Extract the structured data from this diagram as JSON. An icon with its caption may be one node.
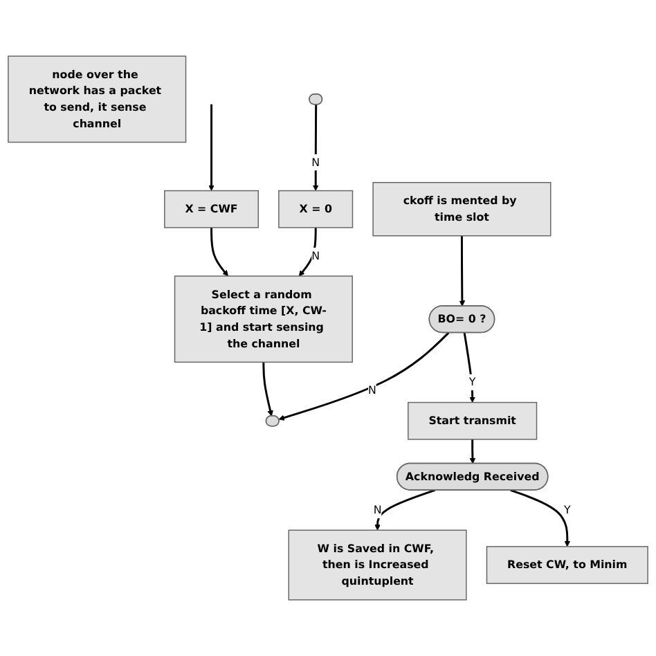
{
  "diagram": {
    "nodes": [
      {
        "text": [
          "node over the network has a packet to send, it sense channel"
        ]
      },
      {
        "text": [
          "X = CWF"
        ]
      },
      {
        "text": [
          "Select a random backoff time [X, CW-1] and start sensing the channel"
        ]
      },
      {
        "text": [],
        "shape": "ellipse"
      },
      {
        "text": [
          "X = 0"
        ]
      },
      {
        "text": [],
        "shape": "ellipse"
      },
      {
        "text": [
          "ckoff is mented by time slot"
        ]
      },
      {
        "text": [
          "BO= 0 ?"
        ]
      },
      {
        "text": [
          "Start transmit"
        ]
      },
      {
        "text": [
          "W is Saved in CWF, then is Increased quintuplent"
        ]
      },
      {
        "text": [
          "Acknowledg Received"
        ]
      },
      {
        "text": [
          "Reset CW, to Minim"
        ]
      }
    ],
    "edges": [
      {
        "from": null,
        "to": 1,
        "arrow": "to"
      },
      {
        "from": 1,
        "to": 2,
        "arrow": "to"
      },
      {
        "from": 2,
        "to": 3,
        "arrow": "to"
      },
      {
        "from": 4,
        "to": 2,
        "arrow": "to",
        "label": "N"
      },
      {
        "from": 5,
        "to": 4,
        "arrow": "to",
        "label": "N"
      },
      {
        "from": 7,
        "to": 3,
        "arrow": "to",
        "label": "N"
      },
      {
        "from": 6,
        "to": 7,
        "arrow": "to"
      },
      {
        "from": 7,
        "to": 8,
        "arrow": "to",
        "label": "Y"
      },
      {
        "from": 8,
        "to": 10,
        "arrow": "to"
      },
      {
        "from": 10,
        "to": 9,
        "arrow": "to",
        "label": "N"
      },
      {
        "from": 10,
        "to": 11,
        "arrow": "to",
        "label": "Y"
      }
    ]
  }
}
